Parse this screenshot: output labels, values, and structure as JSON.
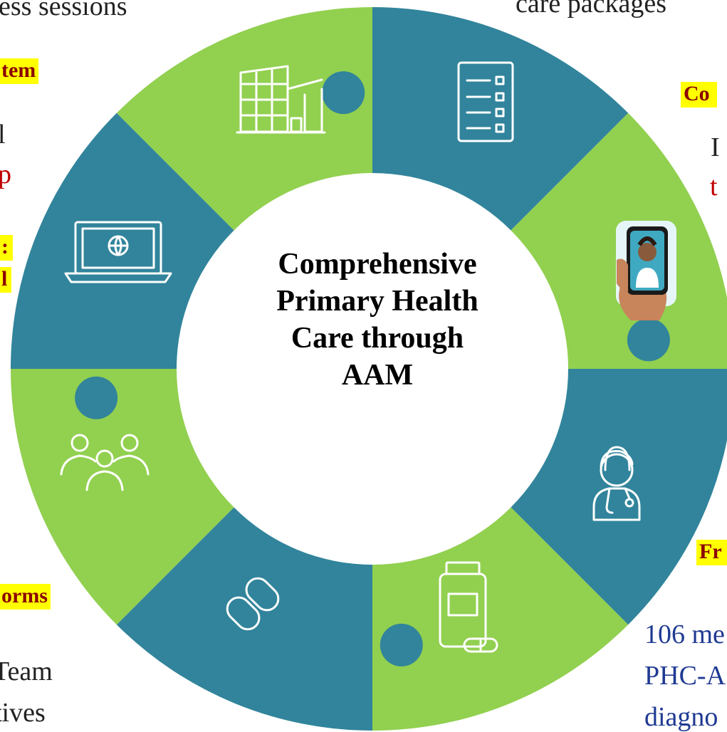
{
  "center": {
    "line1": "Comprehensive",
    "line2": "Primary Health",
    "line3": "Care through",
    "line4": "AAM"
  },
  "fragments": {
    "top_left": "ess sessions",
    "top_right": "care packages",
    "left_hl_1": "tem",
    "left_text_1": "l",
    "left_text_2": "p",
    "left_hl_2": ":",
    "left_hl_3": "l",
    "right_hl_1": "Co",
    "right_text_1": "I",
    "right_text_2": "t",
    "left_hl_4": "orms",
    "left_text_3": "Team",
    "left_text_4": "tives",
    "right_hl_2": "Fr",
    "right_text_3": "106 me",
    "right_text_4": "PHC-A",
    "right_text_5": "diagno"
  },
  "icons": [
    "building-icon",
    "checklist-icon",
    "telemedicine-icon",
    "doctor-icon",
    "medicine-icon",
    "link-icon",
    "community-icon",
    "laptop-globe-icon"
  ],
  "colors": {
    "green": "#92d050",
    "teal": "#31849b",
    "highlight": "#ffff00",
    "dark_red": "#8b0000",
    "red": "#c00000",
    "navy": "#1f3a93"
  }
}
